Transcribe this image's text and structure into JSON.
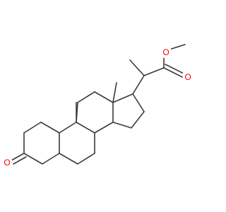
{
  "molecule": {
    "colors": {
      "bond": "#3a3a3a",
      "oxygen": "#ff0000",
      "background": "#ffffff"
    },
    "atom_labels": {
      "ketone_oxygen": "O",
      "carbonyl_oxygen": "O",
      "ester_oxygen": "O"
    }
  }
}
